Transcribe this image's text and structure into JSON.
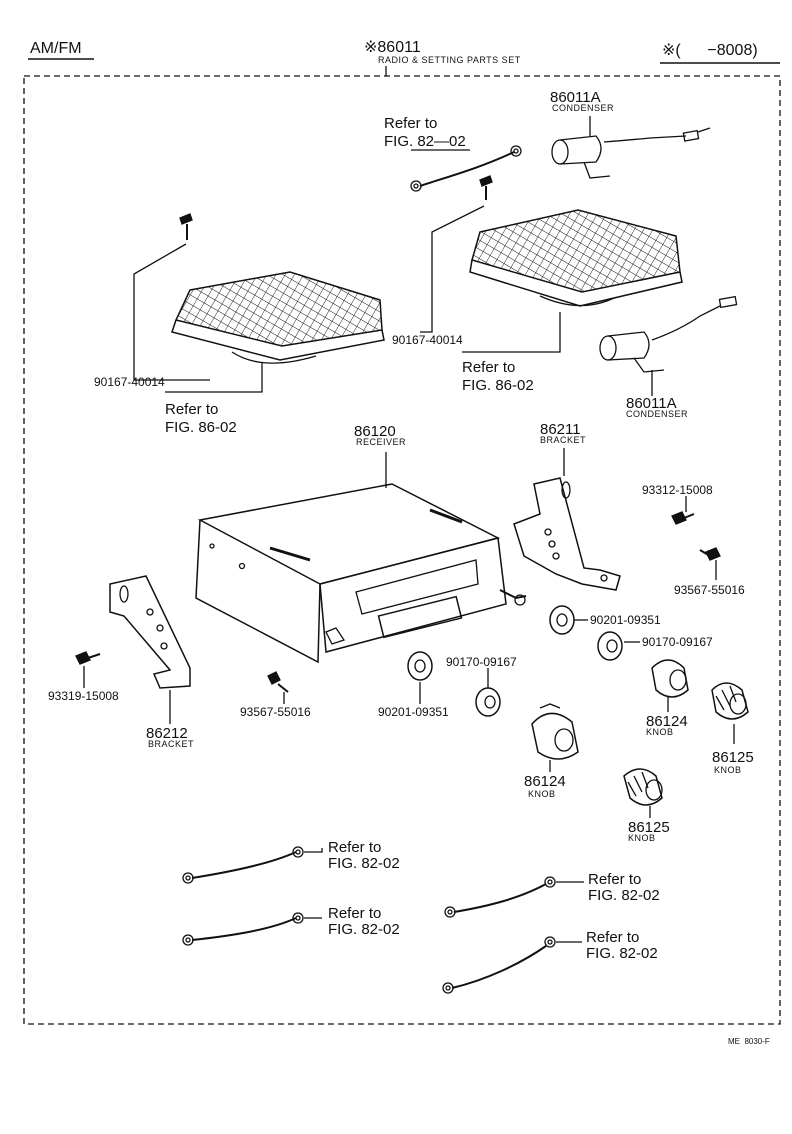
{
  "header": {
    "left": "AM/FM",
    "center_code": "※86011",
    "center_name": "RADIO & SETTING PARTS SET",
    "right": "※(      −8008)"
  },
  "labels": {
    "cond_top_num": "86011A",
    "cond_top_name": "CONDENSER",
    "refer_top_a": "Refer to",
    "refer_top_b": "FIG. 82—02",
    "screw_right_num": "90167-40014",
    "refer_right_a": "Refer to",
    "refer_right_b": "FIG. 86-02",
    "cond_mid_num": "86011A",
    "cond_mid_name": "CONDENSER",
    "screw_left_num": "90167-40014",
    "refer_left_a": "Refer to",
    "refer_left_b": "FIG. 86-02",
    "receiver_num": "86120",
    "receiver_name": "RECEIVER",
    "bracket_r_num": "86211",
    "bracket_r_name": "BRACKET",
    "bolt_r_num": "93312-15008",
    "screw_r_num": "93567-55016",
    "washer_a_num": "90201-09351",
    "nut_a_num": "90170-09167",
    "bolt_l_num": "93319-15008",
    "bracket_l_num": "86212",
    "bracket_l_name": "BRACKET",
    "screw_l_num": "93567-55016",
    "nut_b_num": "90170-09167",
    "washer_b_num": "90201-09351",
    "knob_a_num": "86124",
    "knob_a_name": "KNOB",
    "knob_b_num": "86125",
    "knob_b_name": "KNOB",
    "knob_c_num": "86124",
    "knob_c_name": "KNOB",
    "knob_d_num": "86125",
    "knob_d_name": "KNOB",
    "ref1_a": "Refer to",
    "ref1_b": "FIG. 82-02",
    "ref2_a": "Refer to",
    "ref2_b": "FIG. 82-02",
    "ref3_a": "Refer to",
    "ref3_b": "FIG. 82-02",
    "ref4_a": "Refer to",
    "ref4_b": "FIG. 82-02",
    "footer": "ME  8030-F"
  }
}
